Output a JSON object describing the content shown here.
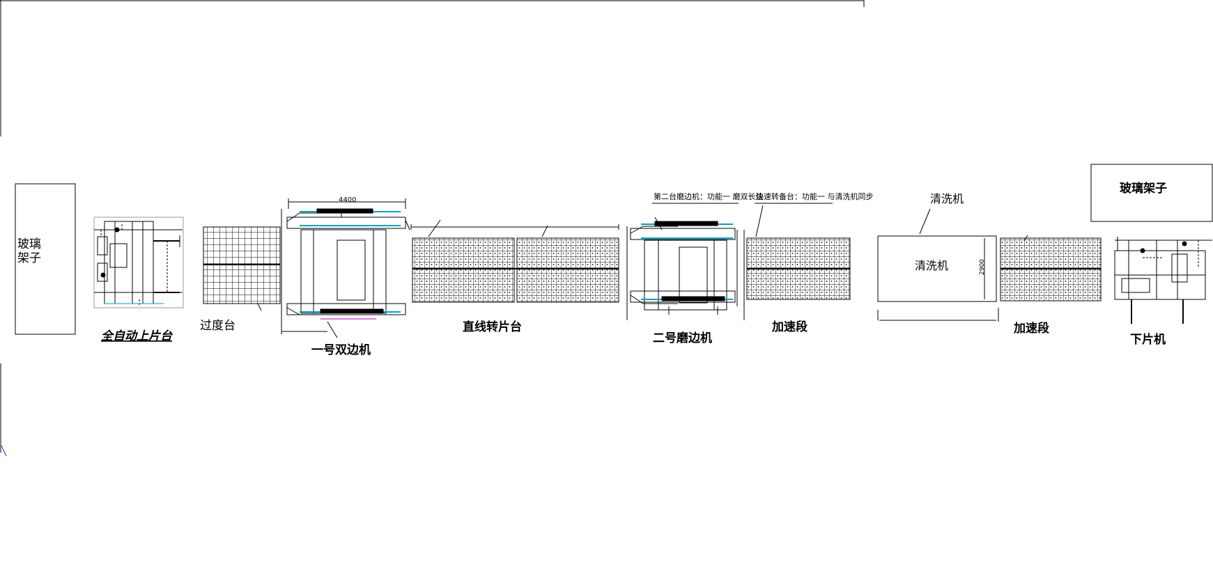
{
  "labels": {
    "rack_left": "玻璃\n架子",
    "rack_left_line1": "玻璃",
    "rack_left_line2": "架子",
    "auto_loader": "全自动上片台",
    "transition_table": "过度台",
    "dim_4400": "4400",
    "edger_1": "一号双边机",
    "linear_turn_table": "直线转片台",
    "edger_2": "二号磨边机",
    "edger_2_note": "第二台磨边机：功能一 磨双长边",
    "fast_table_note": "快速转备台：功能一 与清洗机同步",
    "accel_1": "加速段",
    "washer_top": "清洗机",
    "washer_inner": "清洗机",
    "dim_2900": "2900",
    "accel_2": "加速段",
    "rack_right": "玻璃架子",
    "unloader": "下片机"
  },
  "colors": {
    "line": "#000000",
    "accent_cyan": "#00a0c0",
    "accent_blue": "#2030c0",
    "accent_magenta": "#b000b0"
  }
}
